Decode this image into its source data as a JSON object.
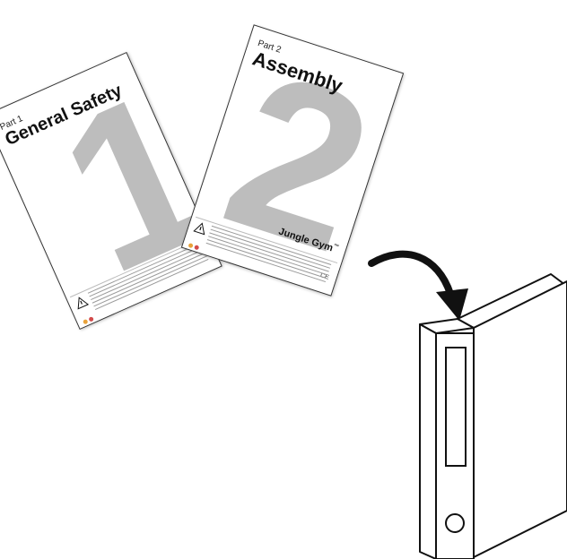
{
  "booklets": [
    {
      "part": "Part 1",
      "title": "General Safety",
      "number": "1"
    },
    {
      "part": "Part 2",
      "title": "Assembly",
      "number": "2",
      "brand": "Jungle Gym",
      "brand_mark": "™",
      "ce": "CE"
    }
  ],
  "icons": [
    "warning-triangle-icon",
    "curved-arrow-icon",
    "binder-folder-icon"
  ],
  "colors": {
    "outline": "#111111",
    "number_fill": "#bdbdbd",
    "background": "#ffffff"
  }
}
